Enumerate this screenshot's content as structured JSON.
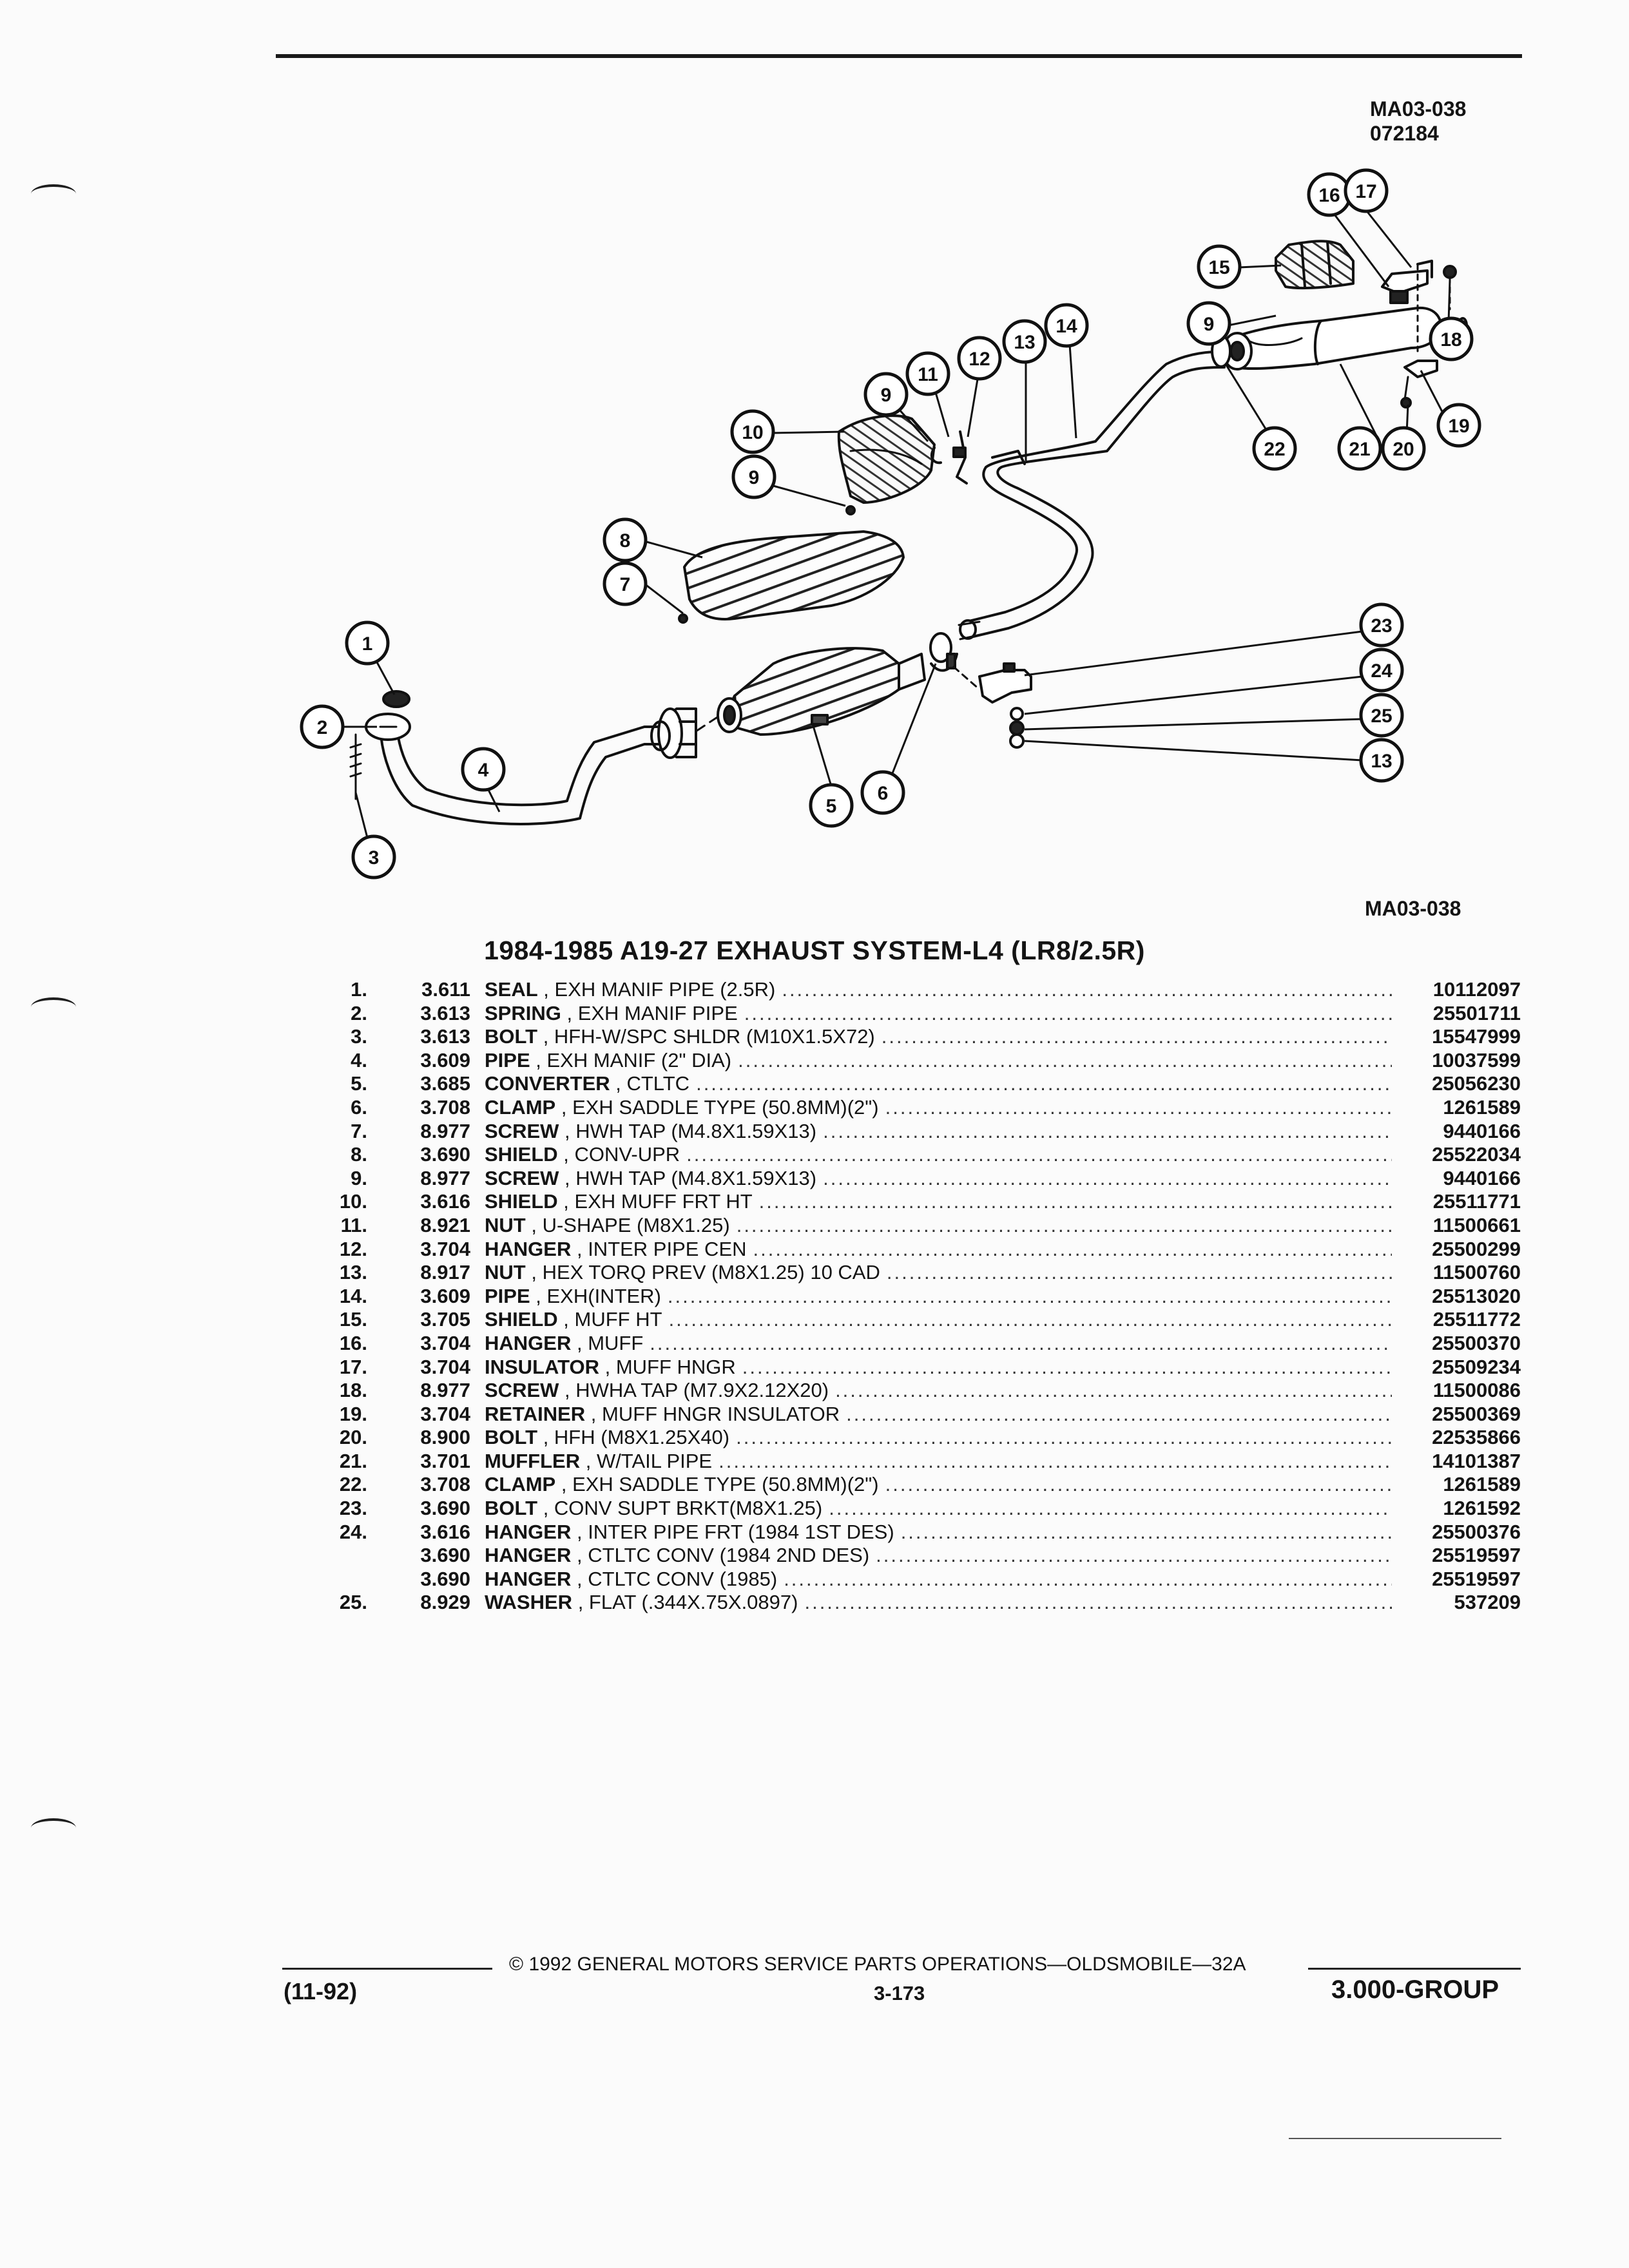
{
  "header": {
    "diagram_id": "MA03-038",
    "diagram_date": "072184"
  },
  "diagram": {
    "callouts": [
      "1",
      "2",
      "3",
      "4",
      "5",
      "6",
      "7",
      "8",
      "9",
      "9",
      "9",
      "10",
      "11",
      "12",
      "13",
      "13",
      "14",
      "15",
      "16",
      "17",
      "18",
      "19",
      "20",
      "21",
      "22",
      "23",
      "24",
      "25"
    ]
  },
  "caption": {
    "diagram_id": "MA03-038"
  },
  "title": "1984-1985 A19-27 EXHAUST SYSTEM-L4 (LR8/2.5R)",
  "parts": [
    {
      "idx": "1.",
      "group": "3.611",
      "name": "SEAL",
      "desc": "EXH MANIF PIPE (2.5R)",
      "pn": "10112097"
    },
    {
      "idx": "2.",
      "group": "3.613",
      "name": "SPRING",
      "desc": "EXH MANIF PIPE",
      "pn": "25501711"
    },
    {
      "idx": "3.",
      "group": "3.613",
      "name": "BOLT",
      "desc": "HFH-W/SPC SHLDR (M10X1.5X72)",
      "pn": "15547999"
    },
    {
      "idx": "4.",
      "group": "3.609",
      "name": "PIPE",
      "desc": "EXH MANIF (2\" DIA)",
      "pn": "10037599"
    },
    {
      "idx": "5.",
      "group": "3.685",
      "name": "CONVERTER",
      "desc": "CTLTC",
      "pn": "25056230"
    },
    {
      "idx": "6.",
      "group": "3.708",
      "name": "CLAMP",
      "desc": "EXH SADDLE TYPE (50.8MM)(2\")",
      "pn": "1261589"
    },
    {
      "idx": "7.",
      "group": "8.977",
      "name": "SCREW",
      "desc": "HWH TAP (M4.8X1.59X13)",
      "pn": "9440166"
    },
    {
      "idx": "8.",
      "group": "3.690",
      "name": "SHIELD",
      "desc": "CONV-UPR",
      "pn": "25522034"
    },
    {
      "idx": "9.",
      "group": "8.977",
      "name": "SCREW",
      "desc": "HWH TAP (M4.8X1.59X13)",
      "pn": "9440166"
    },
    {
      "idx": "10.",
      "group": "3.616",
      "name": "SHIELD",
      "desc": "EXH MUFF FRT HT",
      "pn": "25511771"
    },
    {
      "idx": "11.",
      "group": "8.921",
      "name": "NUT",
      "desc": "U-SHAPE (M8X1.25)",
      "pn": "11500661"
    },
    {
      "idx": "12.",
      "group": "3.704",
      "name": "HANGER",
      "desc": "INTER PIPE CEN",
      "pn": "25500299"
    },
    {
      "idx": "13.",
      "group": "8.917",
      "name": "NUT",
      "desc": "HEX TORQ PREV (M8X1.25) 10 CAD",
      "pn": "11500760"
    },
    {
      "idx": "14.",
      "group": "3.609",
      "name": "PIPE",
      "desc": "EXH(INTER)",
      "pn": "25513020"
    },
    {
      "idx": "15.",
      "group": "3.705",
      "name": "SHIELD",
      "desc": "MUFF HT",
      "pn": "25511772"
    },
    {
      "idx": "16.",
      "group": "3.704",
      "name": "HANGER",
      "desc": "MUFF",
      "pn": "25500370"
    },
    {
      "idx": "17.",
      "group": "3.704",
      "name": "INSULATOR",
      "desc": "MUFF HNGR",
      "pn": "25509234"
    },
    {
      "idx": "18.",
      "group": "8.977",
      "name": "SCREW",
      "desc": "HWHA TAP (M7.9X2.12X20)",
      "pn": "11500086"
    },
    {
      "idx": "19.",
      "group": "3.704",
      "name": "RETAINER",
      "desc": "MUFF HNGR INSULATOR",
      "pn": "25500369"
    },
    {
      "idx": "20.",
      "group": "8.900",
      "name": "BOLT",
      "desc": "HFH (M8X1.25X40)",
      "pn": "22535866"
    },
    {
      "idx": "21.",
      "group": "3.701",
      "name": "MUFFLER",
      "desc": "W/TAIL PIPE",
      "pn": "14101387"
    },
    {
      "idx": "22.",
      "group": "3.708",
      "name": "CLAMP",
      "desc": "EXH SADDLE TYPE (50.8MM)(2\")",
      "pn": "1261589"
    },
    {
      "idx": "23.",
      "group": "3.690",
      "name": "BOLT",
      "desc": "CONV SUPT BRKT(M8X1.25)",
      "pn": "1261592"
    },
    {
      "idx": "24.",
      "group": "3.616",
      "name": "HANGER",
      "desc": "INTER PIPE FRT (1984 1ST DES)",
      "pn": "25500376"
    },
    {
      "idx": "",
      "group": "3.690",
      "name": "HANGER",
      "desc": "CTLTC CONV (1984 2ND DES)",
      "pn": "25519597"
    },
    {
      "idx": "",
      "group": "3.690",
      "name": "HANGER",
      "desc": "CTLTC CONV (1985)",
      "pn": "25519597"
    },
    {
      "idx": "25.",
      "group": "8.929",
      "name": "WASHER",
      "desc": "FLAT (.344X.75X.0897)",
      "pn": "537209"
    }
  ],
  "footer": {
    "copyright": "© 1992 GENERAL MOTORS SERVICE PARTS OPERATIONS—OLDSMOBILE—32A",
    "revision": "(11-92)",
    "page": "3-173",
    "group": "3.000-GROUP"
  }
}
